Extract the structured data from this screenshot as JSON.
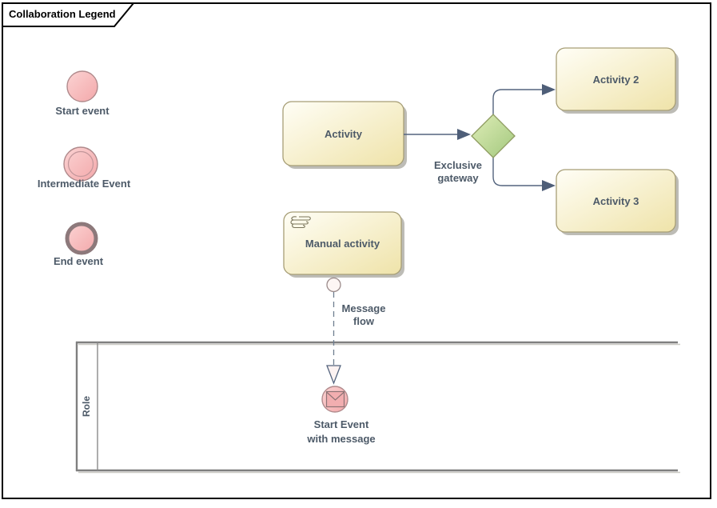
{
  "window": {
    "title": "Collaboration Legend"
  },
  "legend_events": {
    "start": {
      "label": "Start event"
    },
    "intermediate": {
      "label": "Intermediate Event"
    },
    "end": {
      "label": "End event"
    }
  },
  "process": {
    "activity": {
      "label": "Activity"
    },
    "activity2": {
      "label": "Activity 2"
    },
    "activity3": {
      "label": "Activity 3"
    },
    "manual_activity": {
      "label": "Manual activity"
    },
    "gateway": {
      "line1": "Exclusive",
      "line2": "gateway"
    },
    "message_flow": {
      "line1": "Message",
      "line2": "flow"
    },
    "message_start": {
      "line1": "Start Event",
      "line2": "with message"
    }
  },
  "lane": {
    "label": "Role"
  },
  "colors": {
    "event_fill_light": "#FBD3D3",
    "event_fill_dark": "#F3A8AA",
    "event_border": "#B08A8C",
    "end_event_border": "#8D797B",
    "activity_fill_light": "#FFFEF6",
    "activity_fill_dark": "#EFE3A9",
    "activity_border": "#A79E76",
    "gateway_fill_light": "#DFEDB8",
    "gateway_fill_dark": "#A2C87D",
    "gateway_border": "#8E9B60",
    "connector": "#54647E",
    "label_text": "#4D5A68",
    "lane_border": "#7F7F7F",
    "shadow": "#BDBCB6"
  }
}
